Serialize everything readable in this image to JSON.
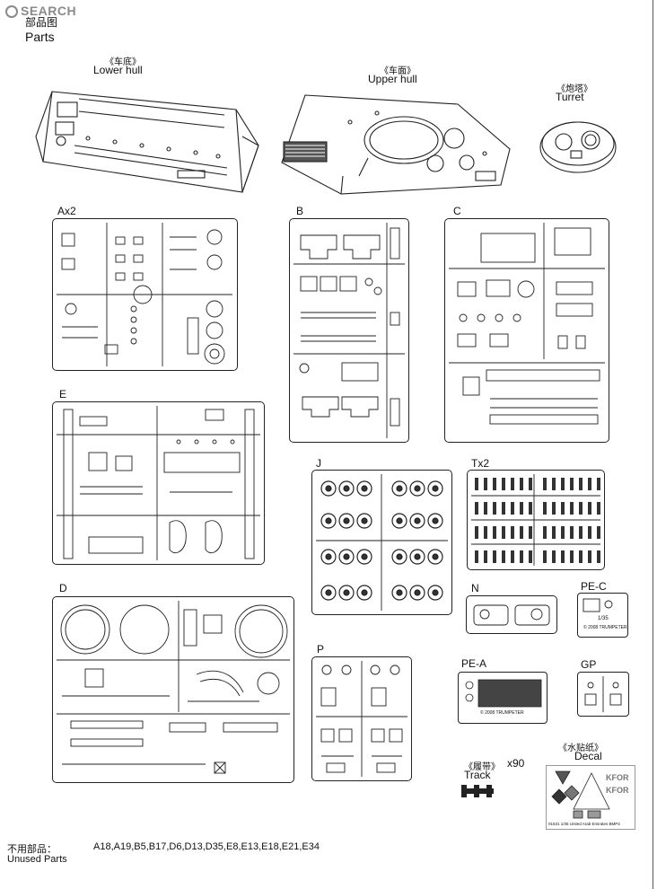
{
  "watermark": {
    "text": "SEARCH"
  },
  "header": {
    "title_cn": "部品图",
    "title_en": "Parts"
  },
  "hull": {
    "lower_cn": "《车底》",
    "lower_en": "Lower hull",
    "upper_cn": "《车面》",
    "upper_en": "Upper hull",
    "turret_cn": "《炮塔》",
    "turret_en": "Turret"
  },
  "sprues": {
    "a": "Ax2",
    "b": "B",
    "c": "C",
    "e": "E",
    "j": "J",
    "t": "Tx2",
    "d": "D",
    "n": "N",
    "pec": "PE-C",
    "p": "P",
    "pea": "PE-A",
    "gp": "GP"
  },
  "track": {
    "cn": "《履带》",
    "count": "x90",
    "en": "Track"
  },
  "decal": {
    "cn": "《水贴纸》",
    "en": "Decal",
    "code": "01531 1/35 United Arab Emirates BMP3",
    "kfor": "KFOR"
  },
  "pe_c": {
    "scale": "1/35",
    "brand": "© 2008 TRUMPETER"
  },
  "pe_a": {
    "brand": "© 2008 TRUMPETER"
  },
  "unused": {
    "label_cn": "不用部品：",
    "parts": "A18,A19,B5,B17,D6,D13,D35,E8,E13,E18,E21,E34",
    "label_en": "Unused Parts"
  }
}
